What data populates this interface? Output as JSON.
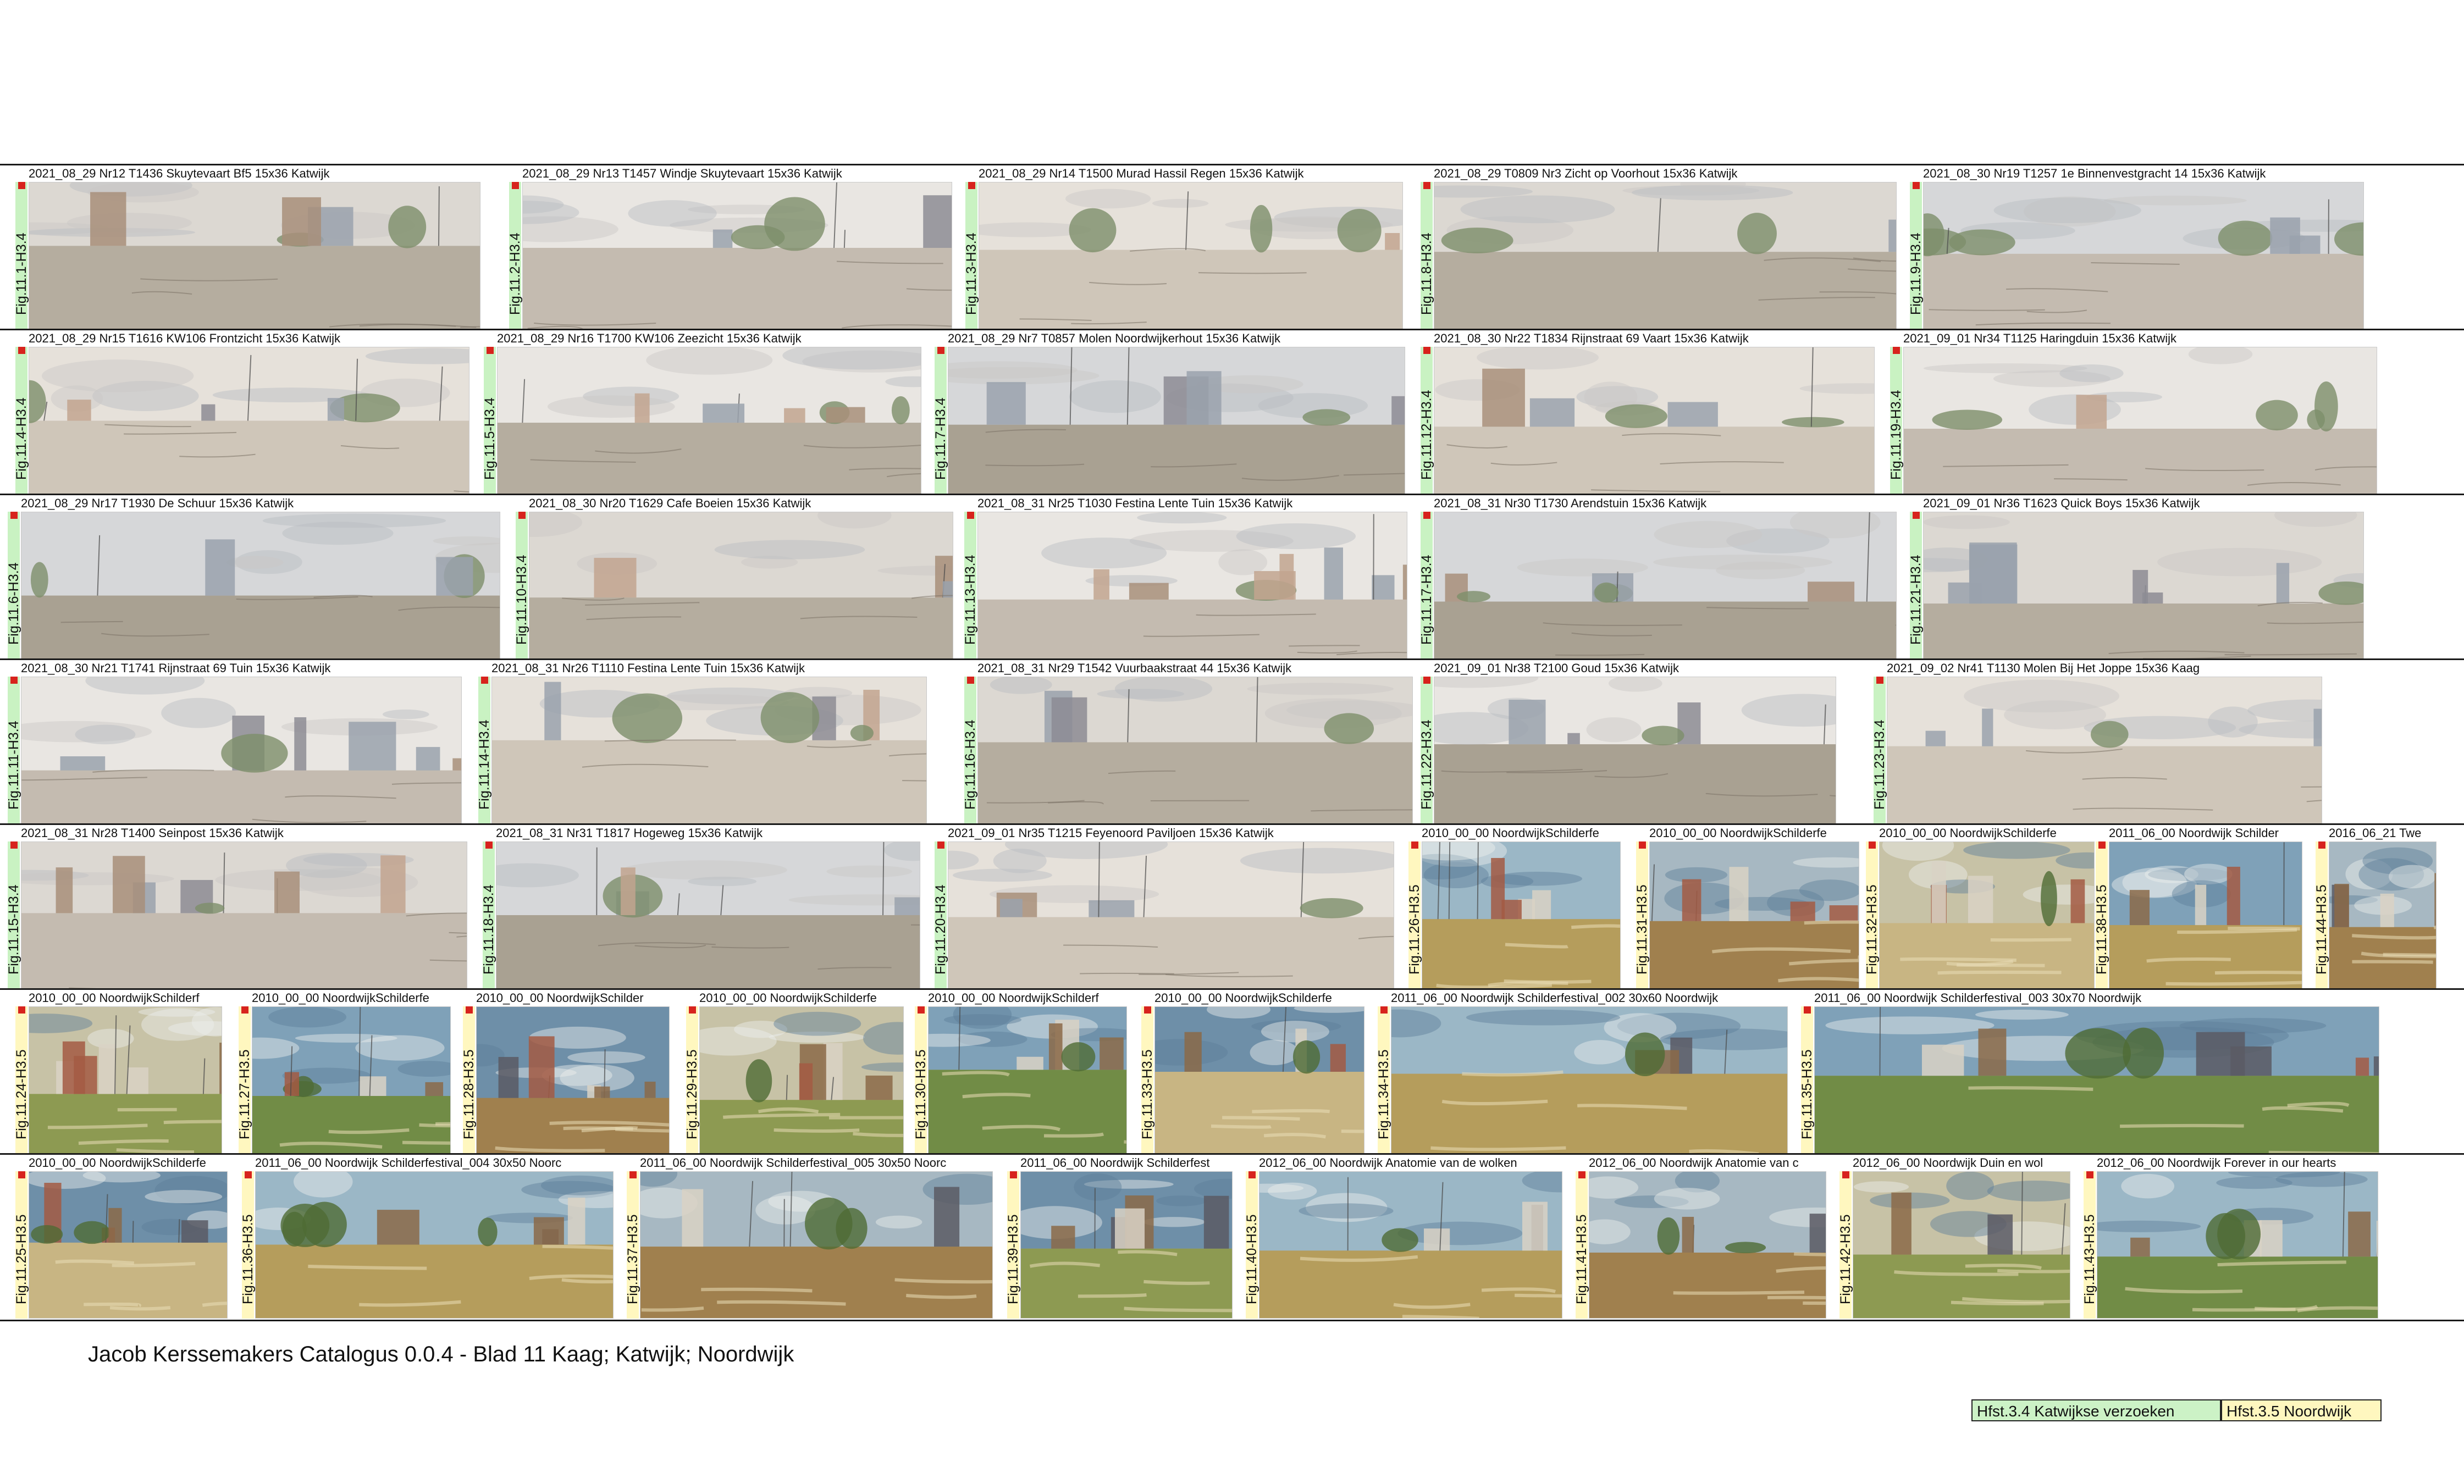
{
  "rows": [
    [
      {
        "caption": "2021_08_29 Nr12 T1436 Skuytevaart Bf5 15x36 Katwijk",
        "fig": "Fig.11.1-H3.4",
        "fig_color": "green",
        "style": "watercolor"
      },
      {
        "caption": "2021_08_29 Nr13 T1457 Windje Skuytevaart 15x36 Katwijk",
        "fig": "Fig.11.2-H3.4",
        "fig_color": "green",
        "style": "watercolor"
      },
      {
        "caption": "2021_08_29 Nr14 T1500 Murad Hassil Regen 15x36 Katwijk",
        "fig": "Fig.11.3-H3.4",
        "fig_color": "green",
        "style": "watercolor"
      },
      {
        "caption": "2021_08_29 T0809 Nr3 Zicht op Voorhout 15x36 Katwijk",
        "fig": "Fig.11.8-H3.4",
        "fig_color": "green",
        "style": "watercolor"
      },
      {
        "caption": "2021_08_30 Nr19 T1257 1e Binnenvestgracht 14 15x36 Katwijk",
        "fig": "Fig.11.9-H3.4",
        "fig_color": "green",
        "style": "watercolor"
      }
    ],
    [
      {
        "caption": "2021_08_29 Nr15 T1616 KW106 Frontzicht 15x36 Katwijk",
        "fig": "Fig.11.4-H3.4",
        "fig_color": "green",
        "style": "watercolor"
      },
      {
        "caption": "2021_08_29 Nr16 T1700 KW106 Zeezicht 15x36 Katwijk",
        "fig": "Fig.11.5-H3.4",
        "fig_color": "green",
        "style": "watercolor"
      },
      {
        "caption": "2021_08_29 Nr7 T0857 Molen Noordwijkerhout 15x36 Katwijk",
        "fig": "Fig.11.7-H3.4",
        "fig_color": "green",
        "style": "watercolor"
      },
      {
        "caption": "2021_08_30 Nr22 T1834 Rijnstraat 69 Vaart 15x36 Katwijk",
        "fig": "Fig.11.12-H3.4",
        "fig_color": "green",
        "style": "watercolor"
      },
      {
        "caption": "2021_09_01 Nr34 T1125 Haringduin 15x36 Katwijk",
        "fig": "Fig.11.19-H3.4",
        "fig_color": "green",
        "style": "watercolor"
      }
    ],
    [
      {
        "caption": "2021_08_29 Nr17 T1930 De Schuur 15x36 Katwijk",
        "fig": "Fig.11.6-H3.4",
        "fig_color": "green",
        "style": "watercolor"
      },
      {
        "caption": "2021_08_30 Nr20 T1629 Cafe Boeien 15x36 Katwijk",
        "fig": "Fig.11.10-H3.4",
        "fig_color": "green",
        "style": "watercolor"
      },
      {
        "caption": "2021_08_31 Nr25 T1030 Festina Lente Tuin 15x36 Katwijk",
        "fig": "Fig.11.13-H3.4",
        "fig_color": "green",
        "style": "watercolor"
      },
      {
        "caption": "2021_08_31 Nr30 T1730 Arendstuin 15x36 Katwijk",
        "fig": "Fig.11.17-H3.4",
        "fig_color": "green",
        "style": "watercolor"
      },
      {
        "caption": "2021_09_01 Nr36 T1623 Quick Boys 15x36 Katwijk",
        "fig": "Fig.11.21-H3.4",
        "fig_color": "green",
        "style": "watercolor"
      }
    ],
    [
      {
        "caption": "2021_08_30 Nr21 T1741 Rijnstraat 69 Tuin 15x36 Katwijk",
        "fig": "Fig.11.11-H3.4",
        "fig_color": "green",
        "style": "watercolor"
      },
      {
        "caption": "2021_08_31 Nr26 T1110 Festina Lente Tuin 15x36 Katwijk",
        "fig": "Fig.11.14-H3.4",
        "fig_color": "green",
        "style": "watercolor"
      },
      {
        "caption": "2021_08_31 Nr29 T1542 Vuurbaakstraat 44 15x36 Katwijk",
        "fig": "Fig.11.16-H3.4",
        "fig_color": "green",
        "style": "watercolor"
      },
      {
        "caption": "2021_09_01 Nr38 T2100 Goud 15x36 Katwijk",
        "fig": "Fig.11.22-H3.4",
        "fig_color": "green",
        "style": "watercolor"
      },
      {
        "caption": "2021_09_02 Nr41 T1130 Molen Bij Het Joppe 15x36 Kaag",
        "fig": "Fig.11.23-H3.4",
        "fig_color": "green",
        "style": "watercolor"
      }
    ],
    [
      {
        "caption": "2021_08_31 Nr28 T1400 Seinpost 15x36 Katwijk",
        "fig": "Fig.11.15-H3.4",
        "fig_color": "green",
        "style": "watercolor"
      },
      {
        "caption": "2021_08_31 Nr31 T1817 Hogeweg 15x36 Katwijk",
        "fig": "Fig.11.18-H3.4",
        "fig_color": "green",
        "style": "watercolor"
      },
      {
        "caption": "2021_09_01 Nr35 T1215 Feyenoord Paviljoen 15x36 Katwijk",
        "fig": "Fig.11.20-H3.4",
        "fig_color": "green",
        "style": "watercolor"
      },
      {
        "caption": "2010_00_00 NoordwijkSchilderfe",
        "fig": "Fig.11.26-H3.5",
        "fig_color": "yellow",
        "style": "oil"
      },
      {
        "caption": "2010_00_00 NoordwijkSchilderfe",
        "fig": "Fig.11.31-H3.5",
        "fig_color": "yellow",
        "style": "oil"
      },
      {
        "caption": "2010_00_00 NoordwijkSchilderfe",
        "fig": "Fig.11.32-H3.5",
        "fig_color": "yellow",
        "style": "oil"
      },
      {
        "caption": "2011_06_00 Noordwijk Schilder",
        "fig": "Fig.11.38-H3.5",
        "fig_color": "yellow",
        "style": "oil"
      },
      {
        "caption": "2016_06_21 Twe",
        "fig": "Fig.11.44-H3.5",
        "fig_color": "yellow",
        "style": "oil"
      }
    ],
    [
      {
        "caption": "2010_00_00 NoordwijkSchilderf",
        "fig": "Fig.11.24-H3.5",
        "fig_color": "yellow",
        "style": "oil"
      },
      {
        "caption": "2010_00_00 NoordwijkSchilderfe",
        "fig": "Fig.11.27-H3.5",
        "fig_color": "yellow",
        "style": "oil"
      },
      {
        "caption": "2010_00_00 NoordwijkSchilder",
        "fig": "Fig.11.28-H3.5",
        "fig_color": "yellow",
        "style": "oil"
      },
      {
        "caption": "2010_00_00 NoordwijkSchilderfe",
        "fig": "Fig.11.29-H3.5",
        "fig_color": "yellow",
        "style": "oil"
      },
      {
        "caption": "2010_00_00 NoordwijkSchilderf",
        "fig": "Fig.11.30-H3.5",
        "fig_color": "yellow",
        "style": "oil"
      },
      {
        "caption": "2010_00_00 NoordwijkSchilderfe",
        "fig": "Fig.11.33-H3.5",
        "fig_color": "yellow",
        "style": "oil"
      },
      {
        "caption": "2011_06_00 Noordwijk Schilderfestival_002 30x60 Noordwijk",
        "fig": "Fig.11.34-H3.5",
        "fig_color": "yellow",
        "style": "oil"
      },
      {
        "caption": "2011_06_00 Noordwijk Schilderfestival_003 30x70 Noordwijk",
        "fig": "Fig.11.35-H3.5",
        "fig_color": "yellow",
        "style": "oil"
      }
    ],
    [
      {
        "caption": "2010_00_00 NoordwijkSchilderfe",
        "fig": "Fig.11.25-H3.5",
        "fig_color": "yellow",
        "style": "oil"
      },
      {
        "caption": "2011_06_00 Noordwijk Schilderfestival_004 30x50 Noorc",
        "fig": "Fig.11.36-H3.5",
        "fig_color": "yellow",
        "style": "oil"
      },
      {
        "caption": "2011_06_00 Noordwijk Schilderfestival_005 30x50 Noorc",
        "fig": "Fig.11.37-H3.5",
        "fig_color": "yellow",
        "style": "oil"
      },
      {
        "caption": "2011_06_00 Noordwijk Schilderfest",
        "fig": "Fig.11.39-H3.5",
        "fig_color": "yellow",
        "style": "oil"
      },
      {
        "caption": "2012_06_00 Noordwijk Anatomie van de wolken",
        "fig": "Fig.11.40-H3.5",
        "fig_color": "yellow",
        "style": "oil"
      },
      {
        "caption": "2012_06_00 Noordwijk Anatomie van c",
        "fig": "Fig.11.41-H3.5",
        "fig_color": "yellow",
        "style": "oil"
      },
      {
        "caption": "2012_06_00 Noordwijk Duin en wol",
        "fig": "Fig.11.42-H3.5",
        "fig_color": "yellow",
        "style": "oil"
      },
      {
        "caption": "2012_06_00 Noordwijk Forever in our hearts",
        "fig": "Fig.11.43-H3.5",
        "fig_color": "yellow",
        "style": "oil"
      }
    ]
  ],
  "footer": {
    "title": "Jacob Kerssemakers Catalogus 0.0.4 - Blad 11 Kaag; Katwijk; Noordwijk",
    "tab_34": "Hfst.3.4 Katwijkse verzoeken",
    "tab_35": "Hfst.3.5 Noordwijk"
  },
  "colors": {
    "fig_green": "#c9f2c2",
    "fig_yellow": "#fff7bf",
    "marker_red": "#d7231d",
    "rule": "#1a1a1a"
  }
}
